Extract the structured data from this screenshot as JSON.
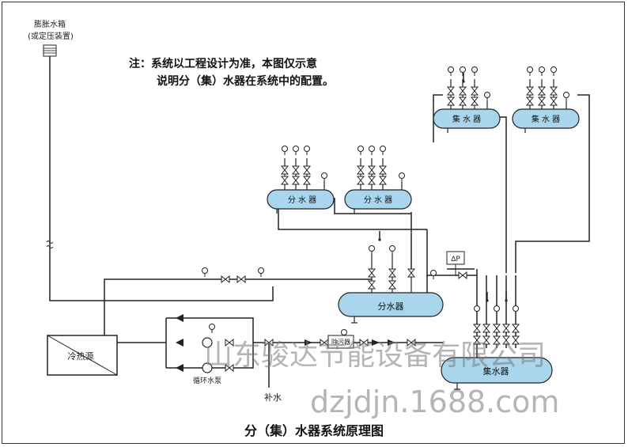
{
  "labels": {
    "expansion_tank": "膨胀水箱",
    "expansion_tank_sub": "(或定压装置)",
    "note_line1": "注：系统以工程设计为准，本图仅示意",
    "note_line2": "说明分（集）水器在系统中的配置。",
    "distributor": "分水器",
    "collector": "集水器",
    "distributor_spaced": "分 水 器",
    "collector_spaced": "集 水 器",
    "chiller": "冷热源",
    "pump": "循环水泵",
    "makeup_water": "补水",
    "dirt_separator": "除污器",
    "dp": "ΔP",
    "caption": "分（集）水器系统原理图"
  },
  "watermark": {
    "company": "山东骏达节能设备有限公司",
    "url": "dzjdjn.1688.com"
  },
  "colors": {
    "vessel_fill": "#a9d6ec",
    "line": "#222222"
  }
}
